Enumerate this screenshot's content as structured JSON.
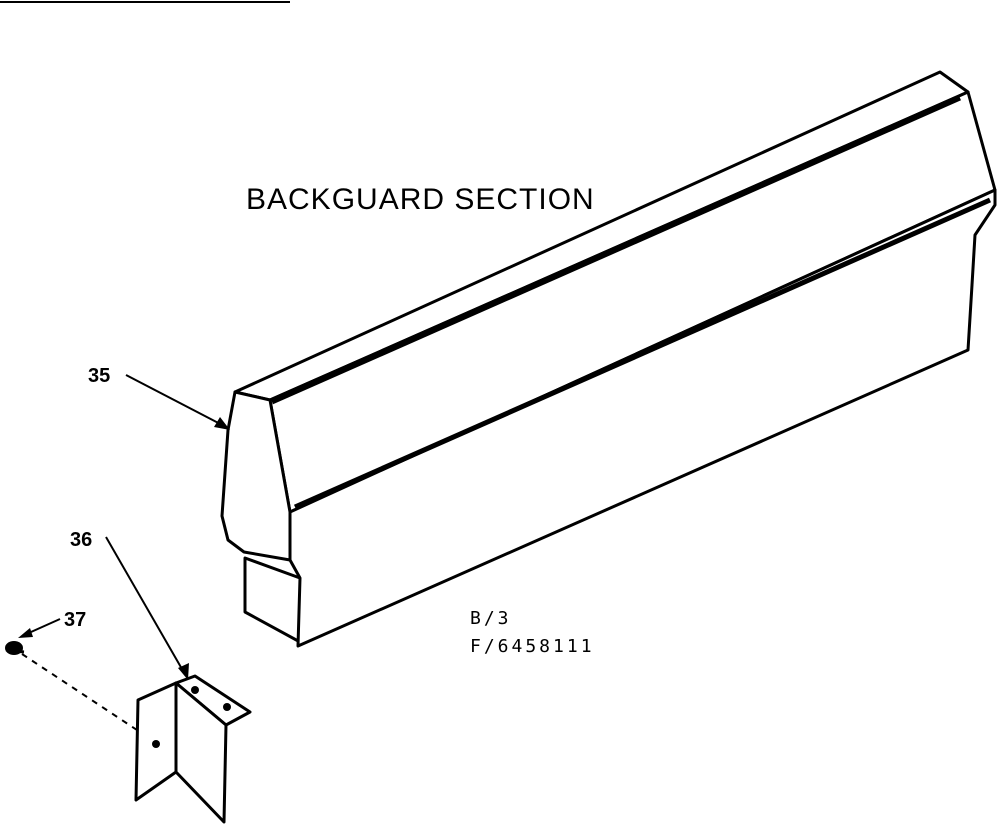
{
  "diagram": {
    "title": "BACKGUARD SECTION",
    "parts": [
      {
        "number": "35",
        "name": "backguard"
      },
      {
        "number": "36",
        "name": "bracket"
      },
      {
        "number": "37",
        "name": "screw"
      }
    ],
    "code_line_1": "B/3",
    "code_line_2": "F/6458111"
  }
}
